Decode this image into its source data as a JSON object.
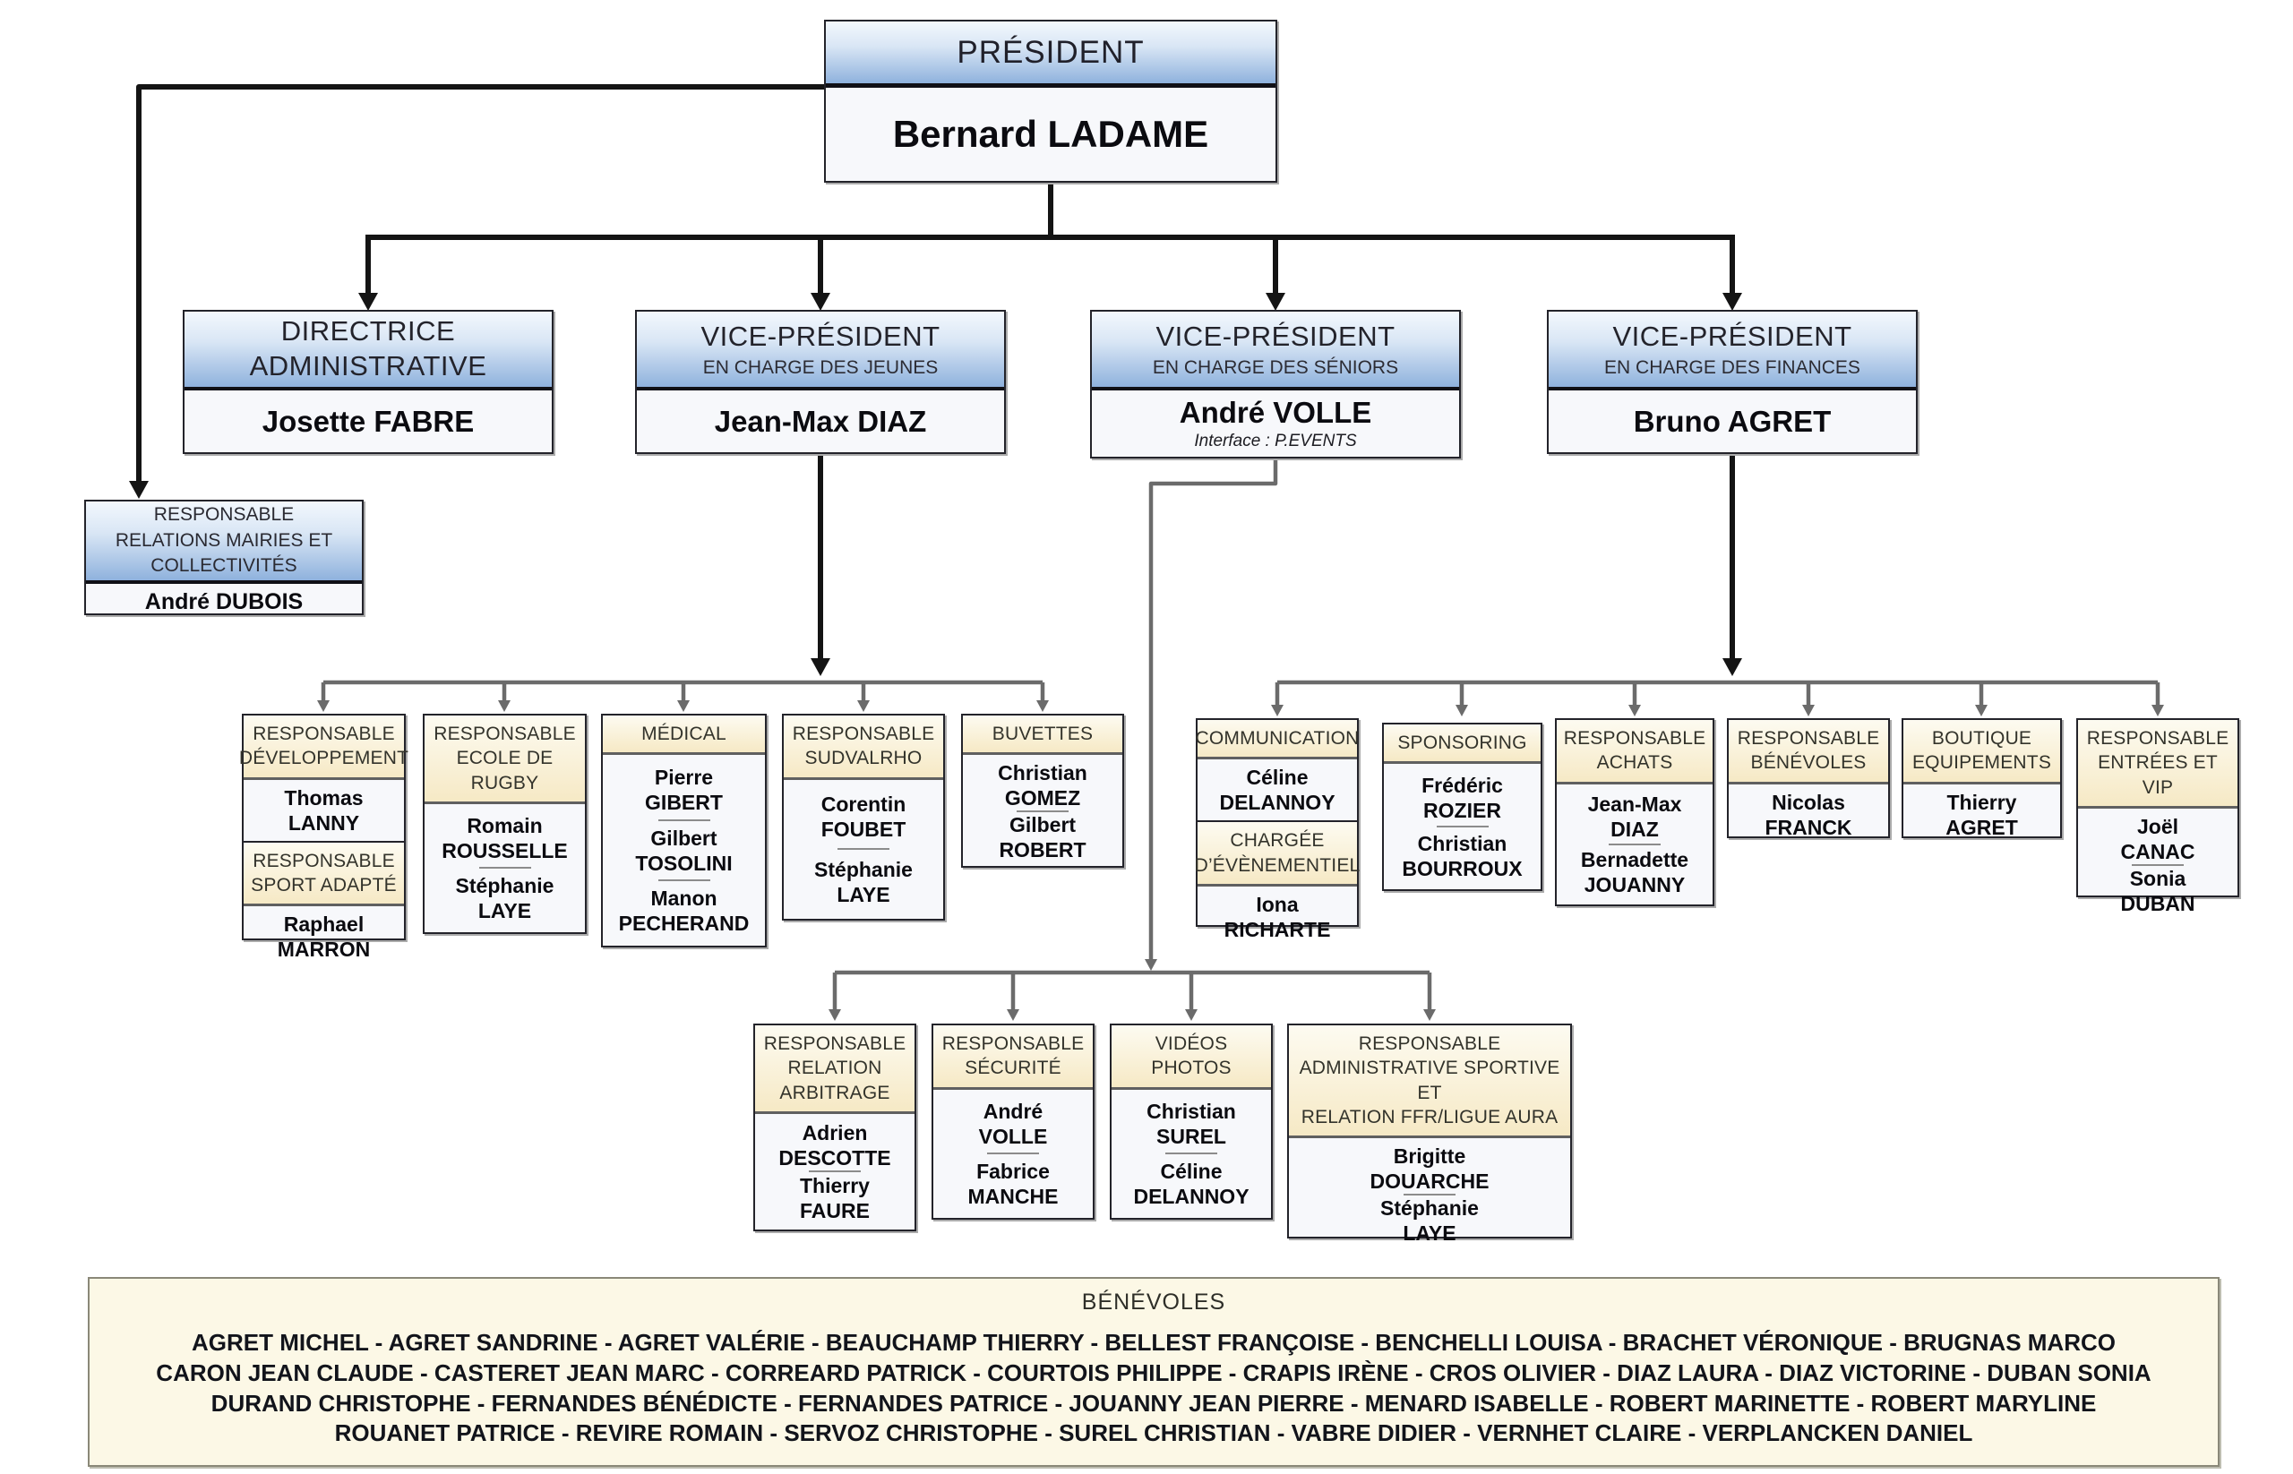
{
  "colors": {
    "blue_header_top": "#f3f8fd",
    "blue_header_bottom": "#8fb2dd",
    "cream_header_top": "#fdfbf1",
    "cream_header_bottom": "#f6e9c5",
    "box_body": "#f7f8fb",
    "connector_black": "#141414",
    "connector_gray": "#6b6b6b",
    "footer_background": "#fcf8e6"
  },
  "president": {
    "title": "PRÉSIDENT",
    "name": "Bernard LADAME"
  },
  "level2": {
    "directrice": {
      "title": "DIRECTRICE\nADMINISTRATIVE",
      "name": "Josette FABRE"
    },
    "jeunes": {
      "title": "VICE-PRÉSIDENT",
      "subtitle": "EN CHARGE DES JEUNES",
      "name": "Jean-Max DIAZ"
    },
    "seniors": {
      "title": "VICE-PRÉSIDENT",
      "subtitle": "EN CHARGE DES SÉNIORS",
      "name": "André VOLLE",
      "note": "Interface : P.EVENTS"
    },
    "finances": {
      "title": "VICE-PRÉSIDENT",
      "subtitle": "EN CHARGE DES FINANCES",
      "name": "Bruno AGRET"
    }
  },
  "mairies": {
    "title": "RESPONSABLE\nRELATIONS MAIRIES ET\nCOLLECTIVITÉS",
    "name": "André DUBOIS"
  },
  "jeunes_children": {
    "developpement": {
      "header1": "RESPONSABLE\nDÉVELOPPEMENT",
      "name1": "Thomas\nLANNY",
      "header2": "RESPONSABLE\nSPORT ADAPTÉ",
      "name2": "Raphael\nMARRON"
    },
    "ecole": {
      "header": "RESPONSABLE\nECOLE DE RUGBY",
      "names": [
        "Romain\nROUSSELLE",
        "Stéphanie\nLAYE"
      ]
    },
    "medical": {
      "header": "MÉDICAL",
      "names": [
        "Pierre\nGIBERT",
        "Gilbert\nTOSOLINI",
        "Manon\nPECHERAND"
      ]
    },
    "sudvalrho": {
      "header": "RESPONSABLE\nSUDVALRHO",
      "names": [
        "Corentin\nFOUBET",
        "Stéphanie\nLAYE"
      ]
    },
    "buvettes": {
      "header": "BUVETTES",
      "names": [
        "Christian\nGOMEZ",
        "Gilbert\nROBERT"
      ]
    }
  },
  "finances_children": {
    "communication": {
      "header1": "COMMUNICATION",
      "name1": "Céline\nDELANNOY",
      "header2": "CHARGÉE\nD’ÉVÈNEMENTIEL",
      "name2": "Iona\nRICHARTE"
    },
    "sponsoring": {
      "header": "SPONSORING",
      "names": [
        "Frédéric\nROZIER",
        "Christian\nBOURROUX"
      ]
    },
    "achats": {
      "header": "RESPONSABLE\nACHATS",
      "names": [
        "Jean-Max\nDIAZ",
        "Bernadette\nJOUANNY"
      ]
    },
    "benevoles": {
      "header": "RESPONSABLE\nBÉNÉVOLES",
      "names": [
        "Nicolas\nFRANCK"
      ]
    },
    "boutique": {
      "header": "BOUTIQUE\nEQUIPEMENTS",
      "names": [
        "Thierry\nAGRET"
      ]
    },
    "entrees": {
      "header": "RESPONSABLE\nENTRÉES ET VIP",
      "names": [
        "Joël\nCANAC",
        "Sonia\nDUBAN"
      ]
    }
  },
  "seniors_children": {
    "arbitrage": {
      "header": "RESPONSABLE\nRELATION\nARBITRAGE",
      "names": [
        "Adrien\nDESCOTTE",
        "Thierry\nFAURE"
      ]
    },
    "securite": {
      "header": "RESPONSABLE\nSÉCURITÉ",
      "names": [
        "André\nVOLLE",
        "Fabrice\nMANCHE"
      ]
    },
    "videos": {
      "header": "VIDÉOS\nPHOTOS",
      "names": [
        "Christian\nSUREL",
        "Céline\nDELANNOY"
      ]
    },
    "admin_sportive": {
      "header": "RESPONSABLE\nADMINISTRATIVE SPORTIVE ET\nRELATION FFR/LIGUE AURA",
      "names": [
        "Brigitte\nDOUARCHE",
        "Stéphanie\nLAYE"
      ]
    }
  },
  "footer": {
    "title": "BÉNÉVOLES",
    "lines": [
      "AGRET MICHEL - AGRET SANDRINE - AGRET VALÉRIE - BEAUCHAMP THIERRY - BELLEST FRANÇOISE - BENCHELLI LOUISA - BRACHET VÉRONIQUE - BRUGNAS MARCO",
      "CARON JEAN CLAUDE - CASTERET JEAN MARC - CORREARD PATRICK - COURTOIS PHILIPPE - CRAPIS IRÈNE - CROS OLIVIER - DIAZ LAURA - DIAZ VICTORINE - DUBAN SONIA",
      "DURAND CHRISTOPHE - FERNANDES BÉNÉDICTE - FERNANDES PATRICE - JOUANNY JEAN PIERRE - MENARD ISABELLE - ROBERT MARINETTE - ROBERT MARYLINE",
      "ROUANET PATRICE - REVIRE ROMAIN - SERVOZ CHRISTOPHE - SUREL CHRISTIAN - VABRE DIDIER - VERNHET CLAIRE - VERPLANCKEN DANIEL"
    ]
  }
}
